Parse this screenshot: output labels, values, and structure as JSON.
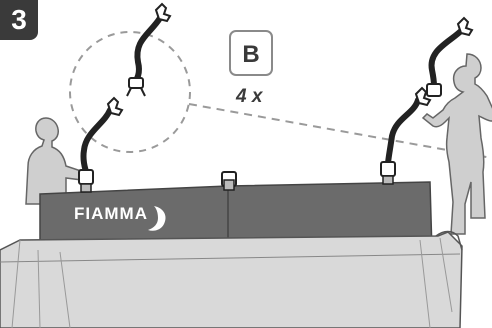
{
  "step": {
    "number": "3"
  },
  "part": {
    "label": "B",
    "quantity": "4 x"
  },
  "brand": {
    "name": "FIAMMA"
  },
  "colors": {
    "badge": "#3a3a3a",
    "panel_dark": "#6b6b6b",
    "panel_light": "#d9d9d9",
    "figure": "#cfcfcf",
    "strap": "#222222",
    "dash": "#9a9a9a"
  }
}
